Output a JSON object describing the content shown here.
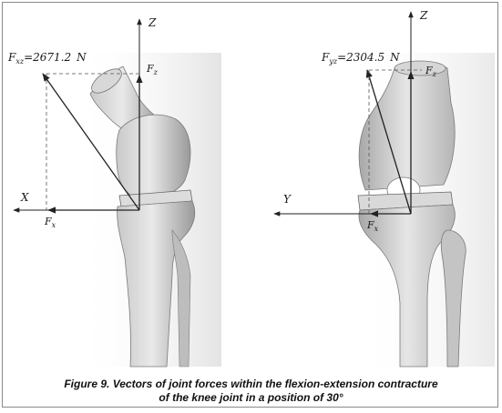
{
  "left_panel": {
    "force_label": "F",
    "force_subscript": "xz",
    "force_value": "=2671.2",
    "force_unit": "N",
    "axis_vertical": "Z",
    "axis_horizontal": "X",
    "component_vertical": "F",
    "component_vertical_sub": "z",
    "component_horizontal": "F",
    "component_horizontal_sub": "x"
  },
  "right_panel": {
    "force_label": "F",
    "force_subscript": "yz",
    "force_value": "=2304.5",
    "force_unit": "N",
    "axis_vertical": "Z",
    "axis_horizontal": "Y",
    "component_vertical": "F",
    "component_vertical_sub": "z",
    "component_horizontal": "F",
    "component_horizontal_sub": "x"
  },
  "caption": {
    "line1": "Figure 9. Vectors of joint forces within the flexion-extension contracture",
    "line2": "of the knee joint in a position of 30°"
  }
}
